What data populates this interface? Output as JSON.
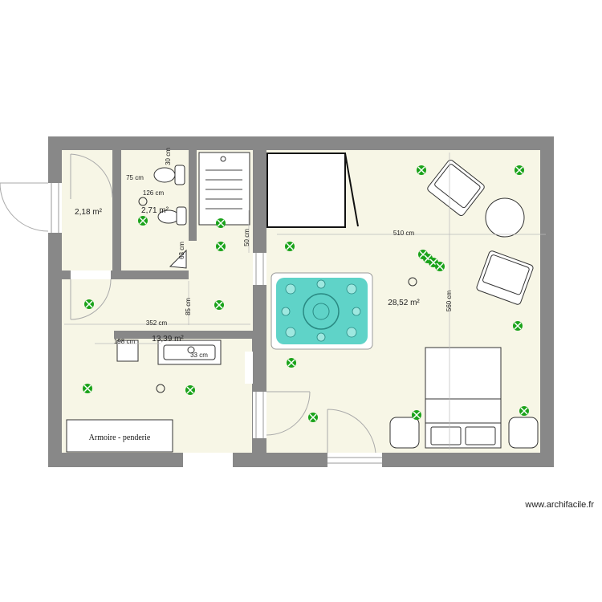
{
  "plan": {
    "watermark": "www.archifacile.fr",
    "closet_label": "Armoire - penderie",
    "areas": {
      "wc": "2,18 m²",
      "bath": "2,71 m²",
      "hall": "13,39 m²",
      "bedroom": "28,52 m²"
    },
    "dimensions": {
      "d30": "30 cm",
      "d75": "75 cm",
      "d126": "126 cm",
      "d63": "63 cm",
      "d50": "50 cm",
      "d510": "510 cm",
      "d85": "85 cm",
      "d352": "352 cm",
      "d198": "198 cm",
      "d33": "33 cm",
      "d560": "560 cm"
    },
    "colors": {
      "wall": "#888888",
      "floor": "#f7f6e6",
      "light": "#1aa31a",
      "spa": "#5fd3c8"
    }
  }
}
